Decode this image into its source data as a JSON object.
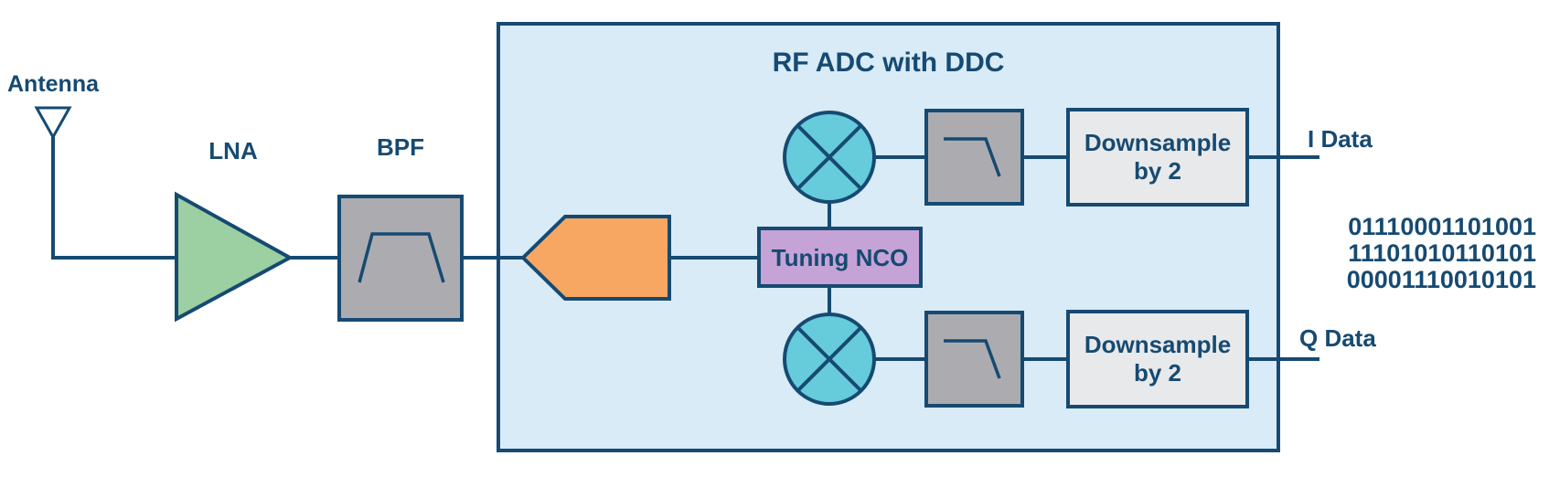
{
  "diagram": {
    "title": "RF ADC with DDC",
    "labels": {
      "antenna": "Antenna",
      "lna": "LNA",
      "bpf": "BPF",
      "tuning_nco": "Tuning NCO",
      "downsample_line1": "Downsample",
      "downsample_line2": "by 2",
      "i_data": "I Data",
      "q_data": "Q Data"
    },
    "binary_output": [
      "01110001101001",
      "11101010110101",
      "00001110010101"
    ],
    "icons": {
      "antenna": "antenna-icon",
      "lna": "amplifier-triangle-icon",
      "bpf": "bandpass-response-icon",
      "adc": "adc-core-arrow-icon",
      "mixer": "mixer-circle-cross-icon",
      "lpf": "lowpass-response-icon"
    }
  },
  "colors": {
    "navy": "#164A72",
    "diagram_bg": "#FFFFFF",
    "ddc_box_fill": "#D8EBF7",
    "lna_fill": "#9CCFA1",
    "filter_fill": "#ACACB0",
    "downsample_fill": "#E8E9EB",
    "adc_fill": "#F7A761",
    "nco_fill": "#C5A3D6",
    "mixer_fill": "#66CBDB"
  }
}
